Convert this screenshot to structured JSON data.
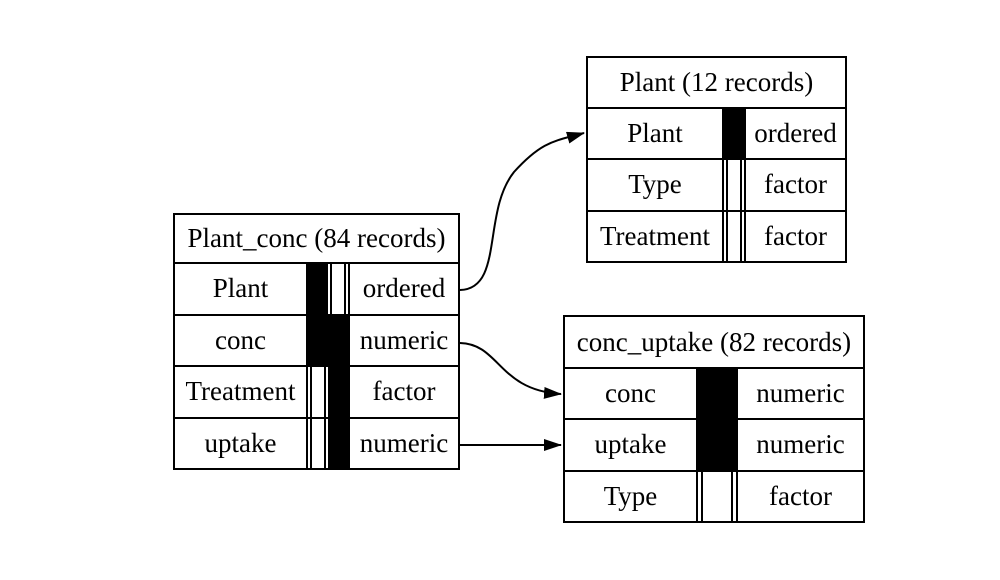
{
  "diagram_type": "database-schema-diagram",
  "colors": {
    "background": "#ffffff",
    "border": "#000000",
    "text": "#000000",
    "key_fill": "#000000"
  },
  "tables": {
    "plant_conc": {
      "title": "Plant_conc (84 records)",
      "key_column_count": 2,
      "rows": [
        {
          "name": "Plant",
          "type": "ordered",
          "key1": true,
          "key2": false
        },
        {
          "name": "conc",
          "type": "numeric",
          "key1": true,
          "key2": true
        },
        {
          "name": "Treatment",
          "type": "factor",
          "key1": false,
          "key2": true
        },
        {
          "name": "uptake",
          "type": "numeric",
          "key1": false,
          "key2": true
        }
      ]
    },
    "plant": {
      "title": "Plant (12 records)",
      "key_column_count": 1,
      "rows": [
        {
          "name": "Plant",
          "type": "ordered",
          "key1": true
        },
        {
          "name": "Type",
          "type": "factor",
          "key1": false
        },
        {
          "name": "Treatment",
          "type": "factor",
          "key1": false
        }
      ]
    },
    "conc_uptake": {
      "title": "conc_uptake (82 records)",
      "key_column_count": 1,
      "rows": [
        {
          "name": "conc",
          "type": "numeric",
          "key1": true
        },
        {
          "name": "uptake",
          "type": "numeric",
          "key1": true
        },
        {
          "name": "Type",
          "type": "factor",
          "key1": false
        }
      ]
    }
  },
  "relationships": [
    {
      "from": "Plant_conc.Plant",
      "to": "Plant.Plant"
    },
    {
      "from": "Plant_conc.conc",
      "to": "conc_uptake.conc"
    },
    {
      "from": "Plant_conc.uptake",
      "to": "conc_uptake.uptake"
    }
  ]
}
